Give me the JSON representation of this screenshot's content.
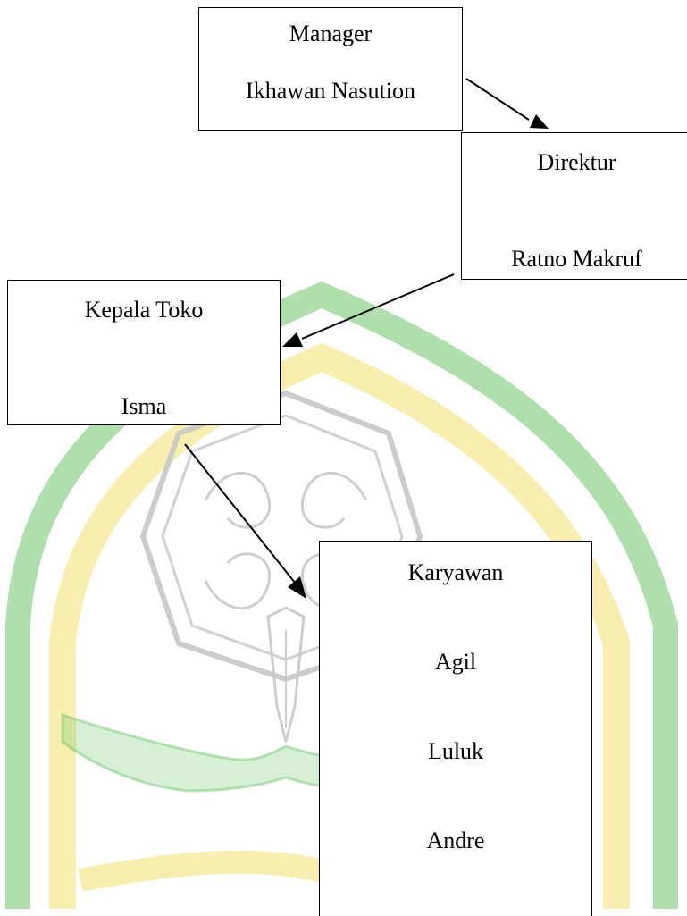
{
  "nodes": {
    "manager": {
      "title": "Manager",
      "members": [
        "Ikhawan Nasution"
      ]
    },
    "direktur": {
      "title": "Direktur",
      "members": [
        "Ratno Makruf"
      ]
    },
    "kepala_toko": {
      "title": "Kepala Toko",
      "members": [
        "Isma"
      ]
    },
    "karyawan": {
      "title": "Karyawan",
      "members": [
        "Agil",
        "Luluk",
        "Andre"
      ]
    }
  },
  "edges": [
    {
      "from": "manager",
      "to": "direktur"
    },
    {
      "from": "direktur",
      "to": "kepala_toko"
    },
    {
      "from": "kepala_toko",
      "to": "karyawan"
    }
  ],
  "colors": {
    "watermark_green": "#6cc46a",
    "watermark_yellow": "#f2e37a",
    "watermark_gray": "#c6c6c6",
    "box_border": "#000000",
    "arrow": "#000000"
  }
}
